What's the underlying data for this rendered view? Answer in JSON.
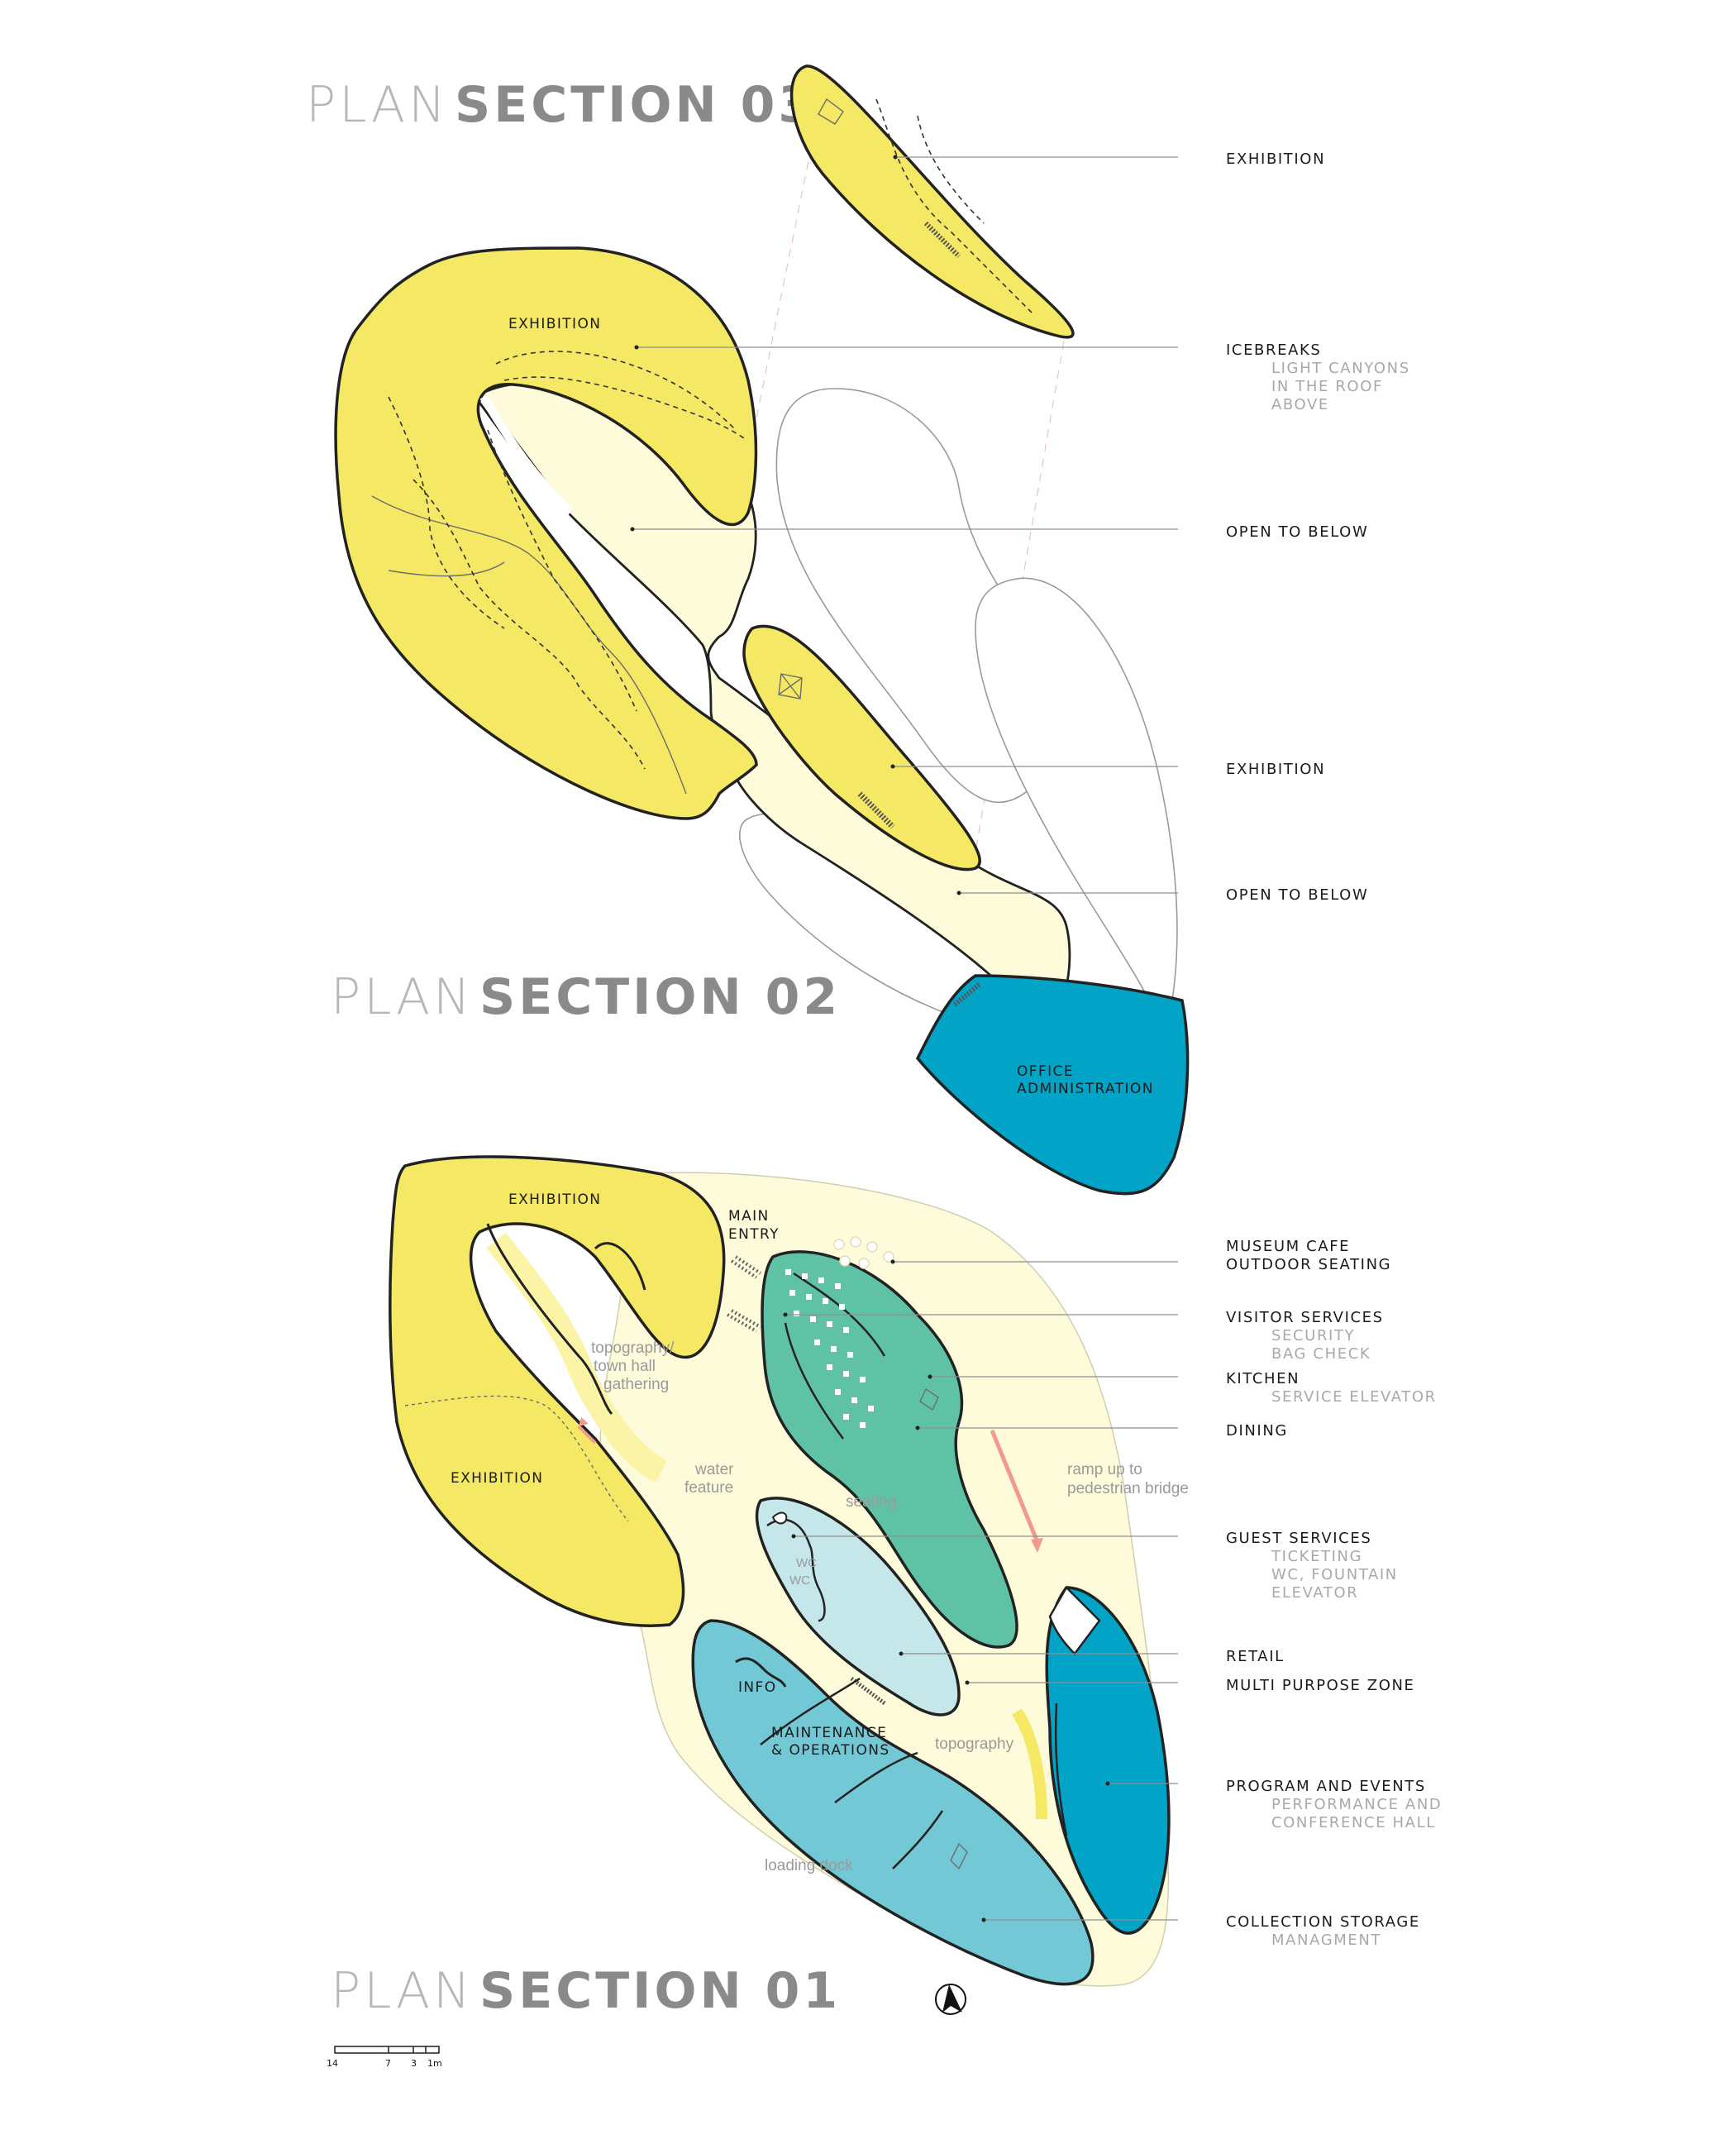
{
  "titles": {
    "s03": {
      "light": "PLAN",
      "bold": "SECTION 03"
    },
    "s02": {
      "light": "PLAN",
      "bold": "SECTION 02"
    },
    "s01": {
      "light": "PLAN",
      "bold": "SECTION 01"
    }
  },
  "inplan": {
    "exhibition": "EXHIBITION",
    "office_line1": "OFFICE",
    "office_line2": "ADMINISTRATION",
    "main_entry_line1": "MAIN",
    "main_entry_line2": "ENTRY",
    "info": "INFO",
    "maint_line1": "MAINTENANCE",
    "maint_line2": "& OPERATIONS",
    "wc": "WC"
  },
  "notes": {
    "topo_line1": "topography/",
    "topo_line2": "town hall",
    "topo_line3": "gathering",
    "water_line1": "water",
    "water_line2": "feature",
    "seating": "seating",
    "ramp_line1": "ramp up to",
    "ramp_line2": "pedestrian bridge",
    "topography": "topography",
    "loading": "loading dock"
  },
  "labels": {
    "s03_exhibition": "EXHIBITION",
    "icebreaks": "ICEBREAKS",
    "icebreaks_sub1": "LIGHT CANYONS",
    "icebreaks_sub2": "IN THE ROOF",
    "icebreaks_sub3": "ABOVE",
    "open_below_1": "OPEN TO BELOW",
    "s02_exhibition": "EXHIBITION",
    "open_below_2": "OPEN TO BELOW",
    "cafe_line1": "MUSEUM CAFE",
    "cafe_line2": "OUTDOOR SEATING",
    "visitor": "VISITOR SERVICES",
    "visitor_sub1": "SECURITY",
    "visitor_sub2": "BAG CHECK",
    "kitchen": "KITCHEN",
    "kitchen_sub": "SERVICE ELEVATOR",
    "dining": "DINING",
    "guest": "GUEST SERVICES",
    "guest_sub1": "TICKETING",
    "guest_sub2": "WC, FOUNTAIN",
    "guest_sub3": "ELEVATOR",
    "retail": "RETAIL",
    "multi": "MULTI PURPOSE ZONE",
    "program": "PROGRAM AND EVENTS",
    "program_sub1": "PERFORMANCE AND",
    "program_sub2": "CONFERENCE HALL",
    "storage": "COLLECTION STORAGE",
    "storage_sub": "MANAGMENT"
  },
  "scale_bar": {
    "ticks": [
      "14",
      "7",
      "3",
      "1m"
    ]
  },
  "colors": {
    "exhibition_yellow": "#f4e865",
    "light_yellow": "#fdfbd9",
    "office_blue": "#01a3c6",
    "dining_green": "#5fc2a4",
    "storage_teal": "#72c8d5",
    "light_teal": "#c5e7ea",
    "ramp_arrow": "#f29a8d"
  }
}
